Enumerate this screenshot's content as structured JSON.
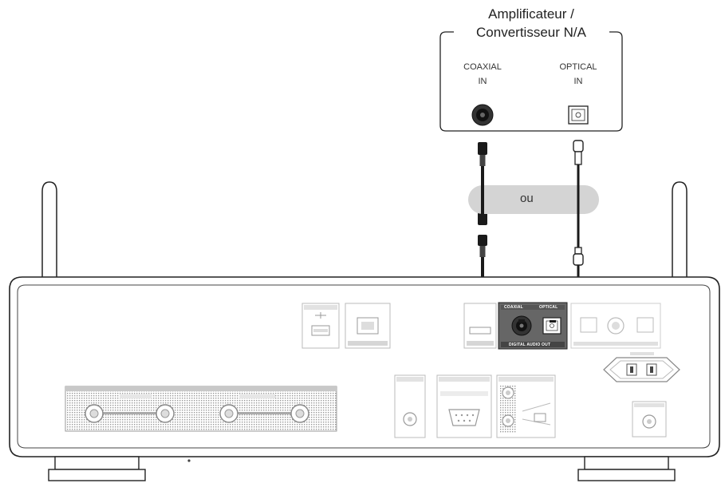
{
  "device": {
    "title_line1": "Amplificateur /",
    "title_line2": "Convertisseur N/A",
    "coaxial_line1": "COAXIAL",
    "coaxial_line2": "IN",
    "optical_line1": "OPTICAL",
    "optical_line2": "IN"
  },
  "separator": {
    "label": "ou"
  },
  "rear_panel": {
    "coaxial_label": "COAXIAL",
    "optical_label": "OPTICAL",
    "section_label": "DIGITAL AUDIO OUT"
  },
  "colors": {
    "line": "#1a1a1a",
    "panel_stroke": "#222222",
    "highlight": "#666666",
    "ou_pill": "#d4d4d4",
    "light_gray": "#c8c8c8"
  },
  "icons": [
    "usb-icon",
    "ethernet-icon",
    "rca-jack-icon",
    "optical-jack-icon",
    "power-inlet-icon",
    "antenna-icon"
  ]
}
